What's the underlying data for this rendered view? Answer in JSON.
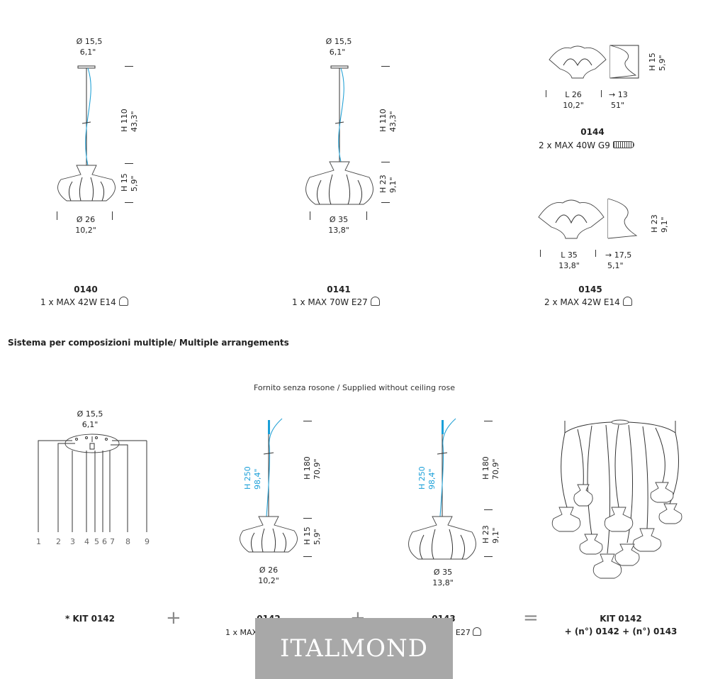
{
  "watermark": "ITALMOND",
  "heading": "Sistema per composizioni multiple/ Multiple arrangements",
  "note": "Fornito senza rosone / Supplied without ceiling rose",
  "products": {
    "p0140": {
      "rose_dim": "Ø 15,5",
      "rose_in": "6,1\"",
      "h_total": "H 110",
      "h_total_in": "43,3\"",
      "h_shade": "H 15",
      "h_shade_in": "5,9\"",
      "diam": "Ø 26",
      "diam_in": "10,2\"",
      "code": "0140",
      "spec": "1 x MAX 42W E14"
    },
    "p0141": {
      "rose_dim": "Ø 15,5",
      "rose_in": "6,1\"",
      "h_total": "H 110",
      "h_total_in": "43,3\"",
      "h_shade": "H 23",
      "h_shade_in": "9,1\"",
      "diam": "Ø 35",
      "diam_in": "13,8\"",
      "code": "0141",
      "spec": "1 x MAX 70W E27"
    },
    "p0144": {
      "h": "H 15",
      "h_in": "5,9\"",
      "len": "L 26",
      "len_in": "10,2\"",
      "proj": "→ 13",
      "proj_in": "51\"",
      "code": "0144",
      "spec": "2 x MAX 40W G9"
    },
    "p0145": {
      "h": "H 23",
      "h_in": "9,1\"",
      "len": "L 35",
      "len_in": "13,8\"",
      "proj": "→ 17,5",
      "proj_in": "5,1\"",
      "code": "0145",
      "spec": "2 x MAX 42W E14"
    }
  },
  "multiple": {
    "kit_rose": "Ø 15,5",
    "kit_rose_in": "6,1\"",
    "numbers": [
      "1",
      "2",
      "3",
      "4",
      "5",
      "6",
      "7",
      "8",
      "9"
    ],
    "kit_label": "* KIT 0142",
    "m0142": {
      "h_cable": "H 250",
      "h_cable_in": "98,4\"",
      "h_total": "H 180",
      "h_total_in": "70,9\"",
      "h_shade": "H 15",
      "h_shade_in": "5,9\"",
      "diam": "Ø 26",
      "diam_in": "10,2\"",
      "code": "0142",
      "spec": "1 x MAX 42 W E14"
    },
    "m0143": {
      "h_cable": "H 250",
      "h_cable_in": "98,4\"",
      "h_total": "H 180",
      "h_total_in": "70,9\"",
      "h_shade": "H 23",
      "h_shade_in": "9,1\"",
      "diam": "Ø 35",
      "diam_in": "13,8\"",
      "code": "0143",
      "spec": "1 x MAX 70W E27"
    },
    "plus": "+",
    "equals": "=",
    "result_title": "KIT 0142",
    "result_formula": "+ (n°) 0142 + (n°) 0143"
  },
  "icons": {
    "bulb_e14": "bulb-icon",
    "bulb_g9": "g9-bulb-icon"
  },
  "colors": {
    "cable": "#27a3d6",
    "text": "#222222",
    "watermark_bg": "#a8a8a8"
  }
}
